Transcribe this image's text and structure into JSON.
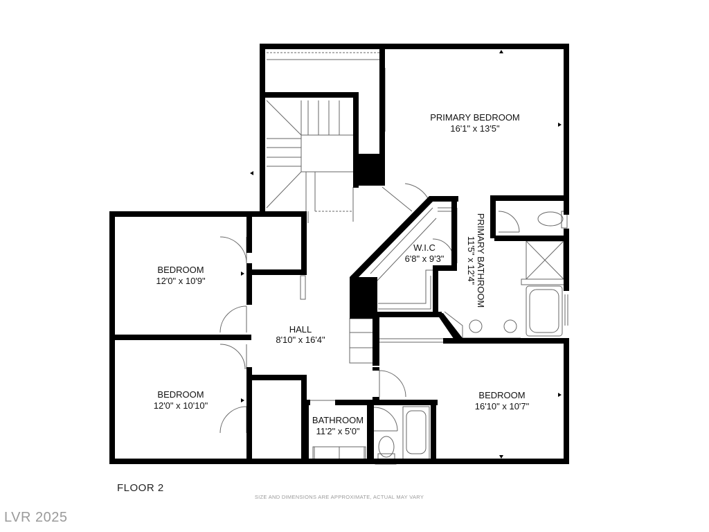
{
  "rooms": {
    "primary_bedroom": {
      "name": "PRIMARY BEDROOM",
      "dims": "16'1\" x 13'5\""
    },
    "primary_bathroom": {
      "name": "PRIMARY BATHROOM",
      "dims": "11'5\" x 12'4\""
    },
    "wic": {
      "name": "W.I.C",
      "dims": "6'8\" x 9'3\""
    },
    "bedroom_upper_left": {
      "name": "BEDROOM",
      "dims": "12'0\" x 10'9\""
    },
    "hall": {
      "name": "HALL",
      "dims": "8'10\" x 16'4\""
    },
    "bedroom_lower_left": {
      "name": "BEDROOM",
      "dims": "12'0\" x 10'10\""
    },
    "bathroom": {
      "name": "BATHROOM",
      "dims": "11'2\" x 5'0\""
    },
    "bedroom_right": {
      "name": "BEDROOM",
      "dims": "16'10\" x 10'7\""
    }
  },
  "floor_label": "FLOOR 2",
  "disclaimer": "SIZE AND DIMENSIONS ARE APPROXIMATE, ACTUAL MAY VARY",
  "watermark": "LVR 2025",
  "colors": {
    "wall": "#000000",
    "fixture": "#555555",
    "background": "#ffffff"
  }
}
